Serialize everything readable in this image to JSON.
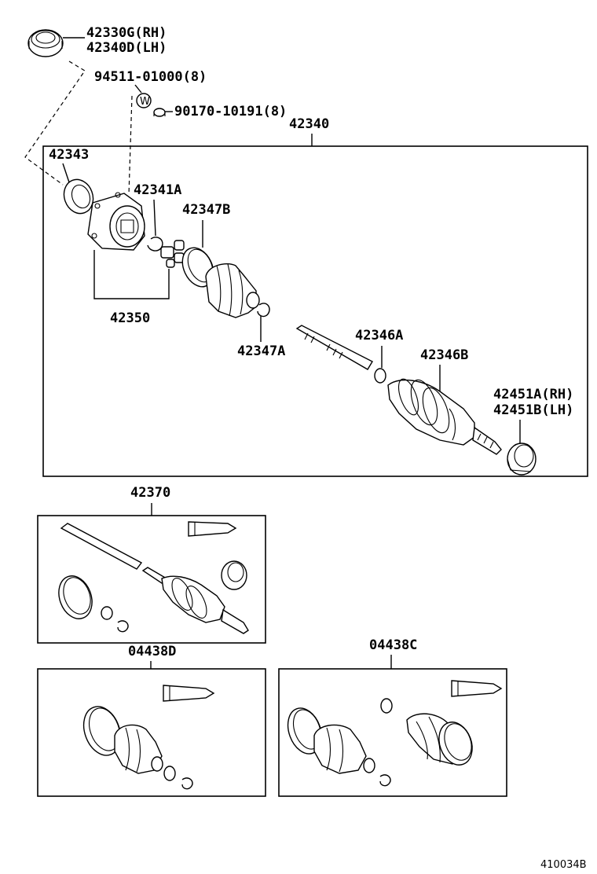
{
  "labels": {
    "p42330g": "42330G(RH)",
    "p42340d": "42340D(LH)",
    "p94511": "94511-01000(8)",
    "p90170": "90170-10191(8)",
    "p42340": "42340",
    "p42343": "42343",
    "p42341a": "42341A",
    "p42347b": "42347B",
    "p42350": "42350",
    "p42347a": "42347A",
    "p42346a": "42346A",
    "p42346b": "42346B",
    "p42451a": "42451A(RH)",
    "p42451b": "42451B(LH)",
    "p42370": "42370",
    "p04438d": "04438D",
    "p04438c": "04438C",
    "washer_mark": "W",
    "diagram_code": "410034B"
  }
}
